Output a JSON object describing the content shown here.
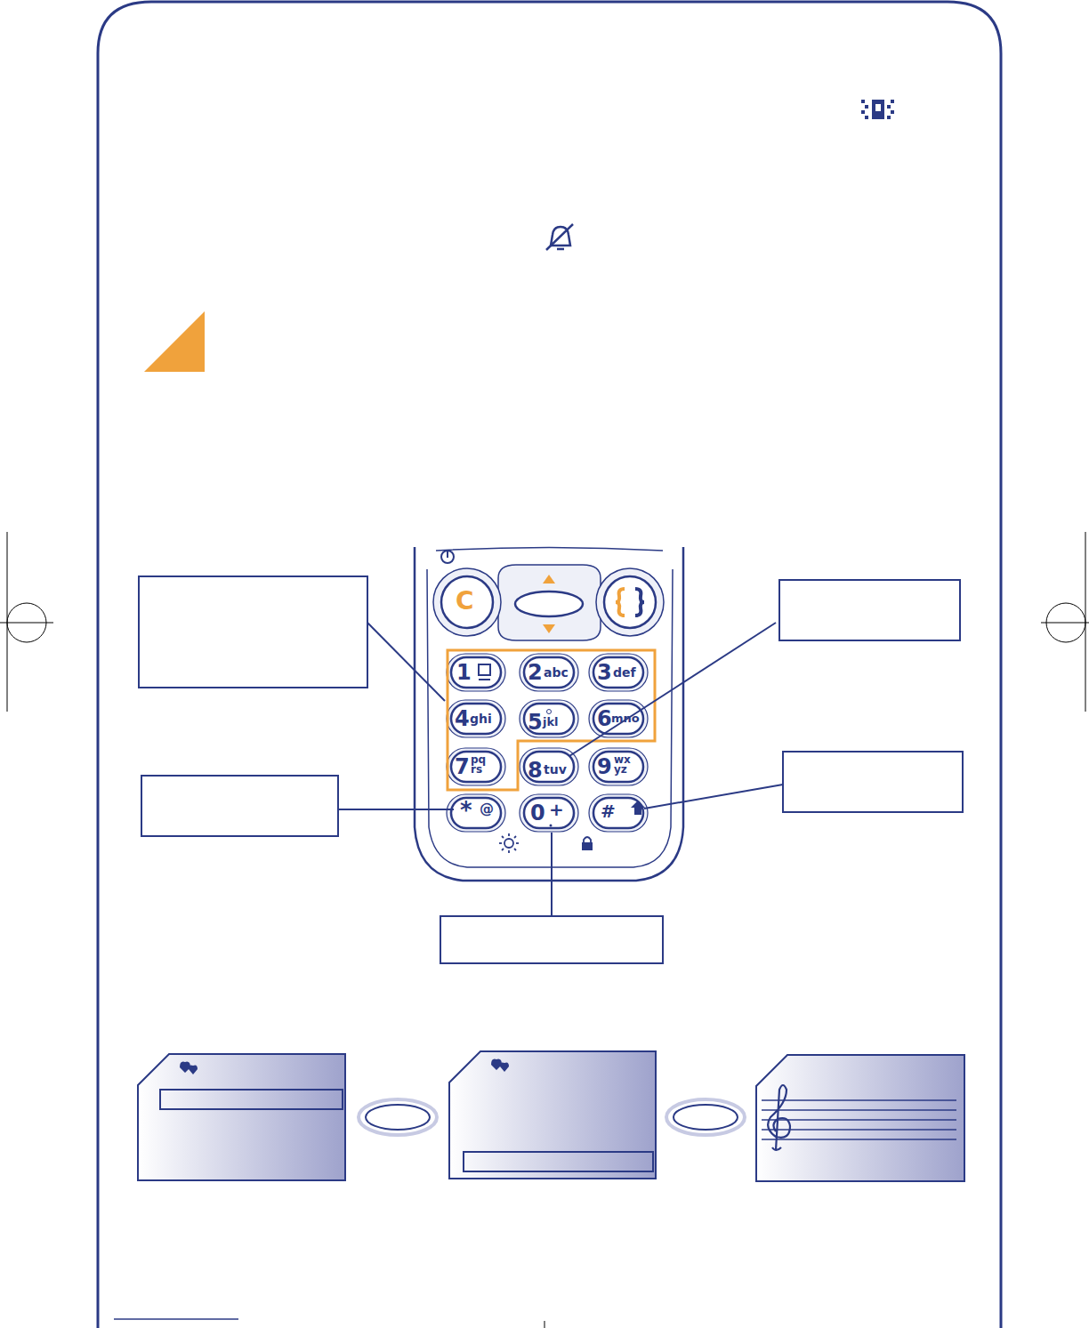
{
  "diagram": {
    "labels": [
      "C",
      "1",
      "2",
      "abc",
      "3",
      "def",
      "4",
      "ghi",
      "5",
      "jkl",
      "6",
      "mno",
      "7",
      "pq rs",
      "8",
      "tuv",
      "9",
      "wx yz",
      "*",
      "@",
      "0",
      "+",
      "#"
    ]
  }
}
